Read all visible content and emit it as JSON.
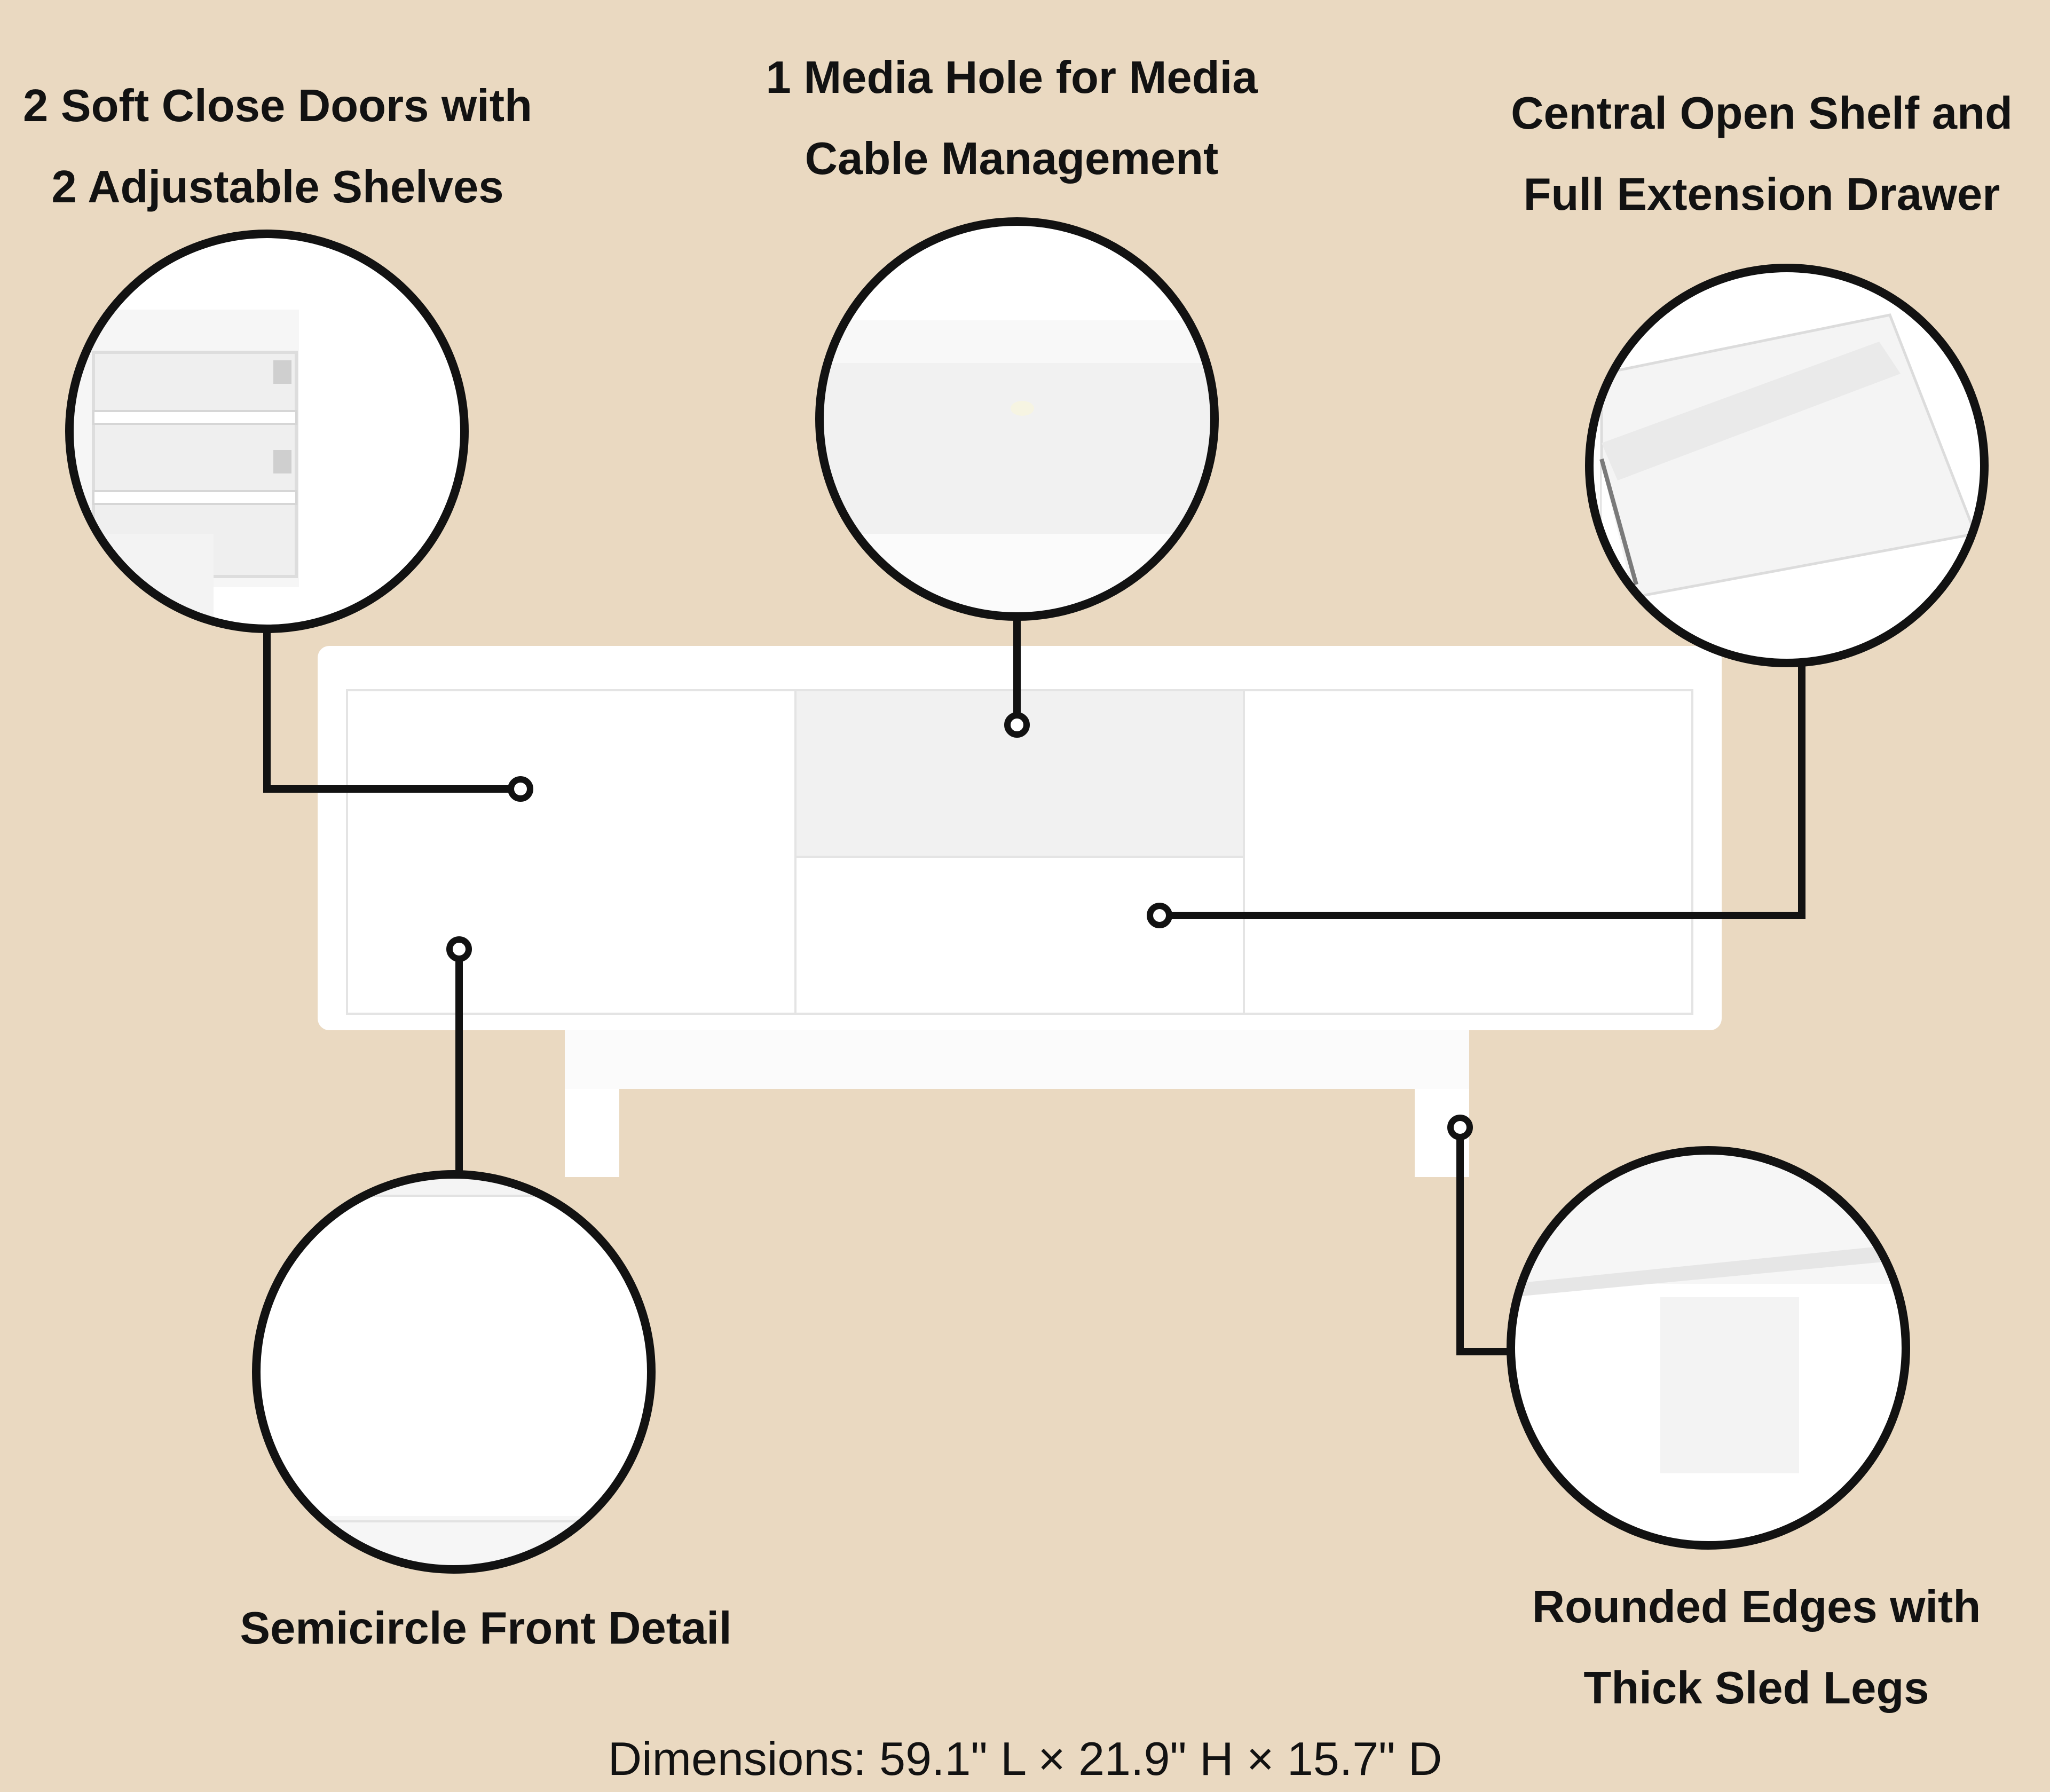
{
  "colors": {
    "background": "#ead9c1",
    "furniture": "#ffffff",
    "line": "#121212"
  },
  "features": {
    "doors": {
      "line1": "2 Soft Close Doors with",
      "line2": "2 Adjustable Shelves"
    },
    "media": {
      "line1": "1 Media Hole for Media",
      "line2": "Cable Management"
    },
    "central": {
      "line1": "Central Open Shelf and",
      "line2": "Full Extension Drawer"
    },
    "semicircle": {
      "line1": "Semicircle Front Detail"
    },
    "rounded": {
      "line1": "Rounded Edges with",
      "line2": "Thick Sled Legs"
    }
  },
  "dimensions": "Dimensions: 59.1\" L × 21.9\" H × 15.7\" D"
}
